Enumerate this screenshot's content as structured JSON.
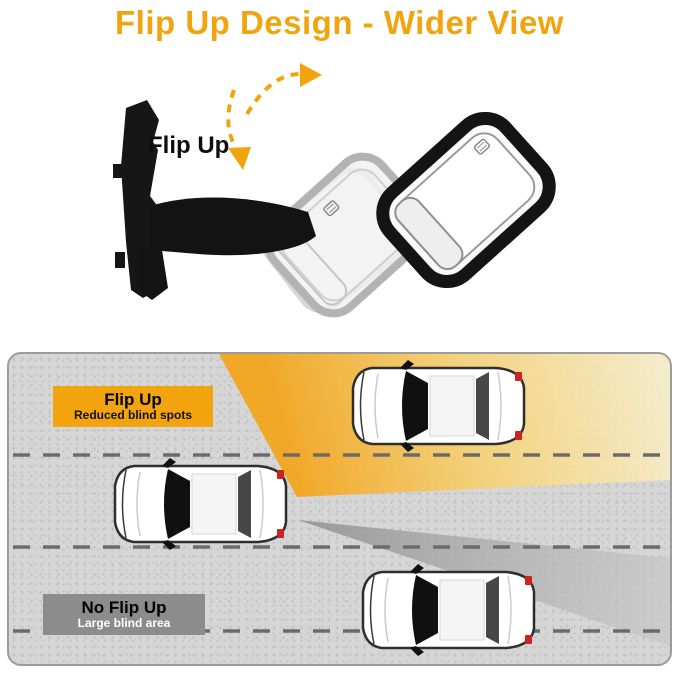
{
  "header": {
    "title": "Flip Up Design - Wider View",
    "accent_color": "#F2A40E"
  },
  "mirror_illustration": {
    "flip_up_label": "Flip Up",
    "arrow_color": "#F2A40E",
    "icons": {
      "rotation_arrow": "dashed-rotation-arrow-icon",
      "heated_glass": "heated-mirror-icon"
    }
  },
  "road_diagram": {
    "flip_up_badge": {
      "title": "Flip Up",
      "subtitle": "Reduced blind spots",
      "bg_color": "#F2A40E"
    },
    "no_flip_up_badge": {
      "title": "No Flip Up",
      "subtitle": "Large blind area",
      "bg_color": "#8C8C8C"
    },
    "wide_view_color": "#F3A51E",
    "blind_area_color": "#9E9E9E",
    "lane_lines": 3,
    "vehicles": [
      "car-ahead",
      "towing-vehicle",
      "car-behind"
    ]
  }
}
